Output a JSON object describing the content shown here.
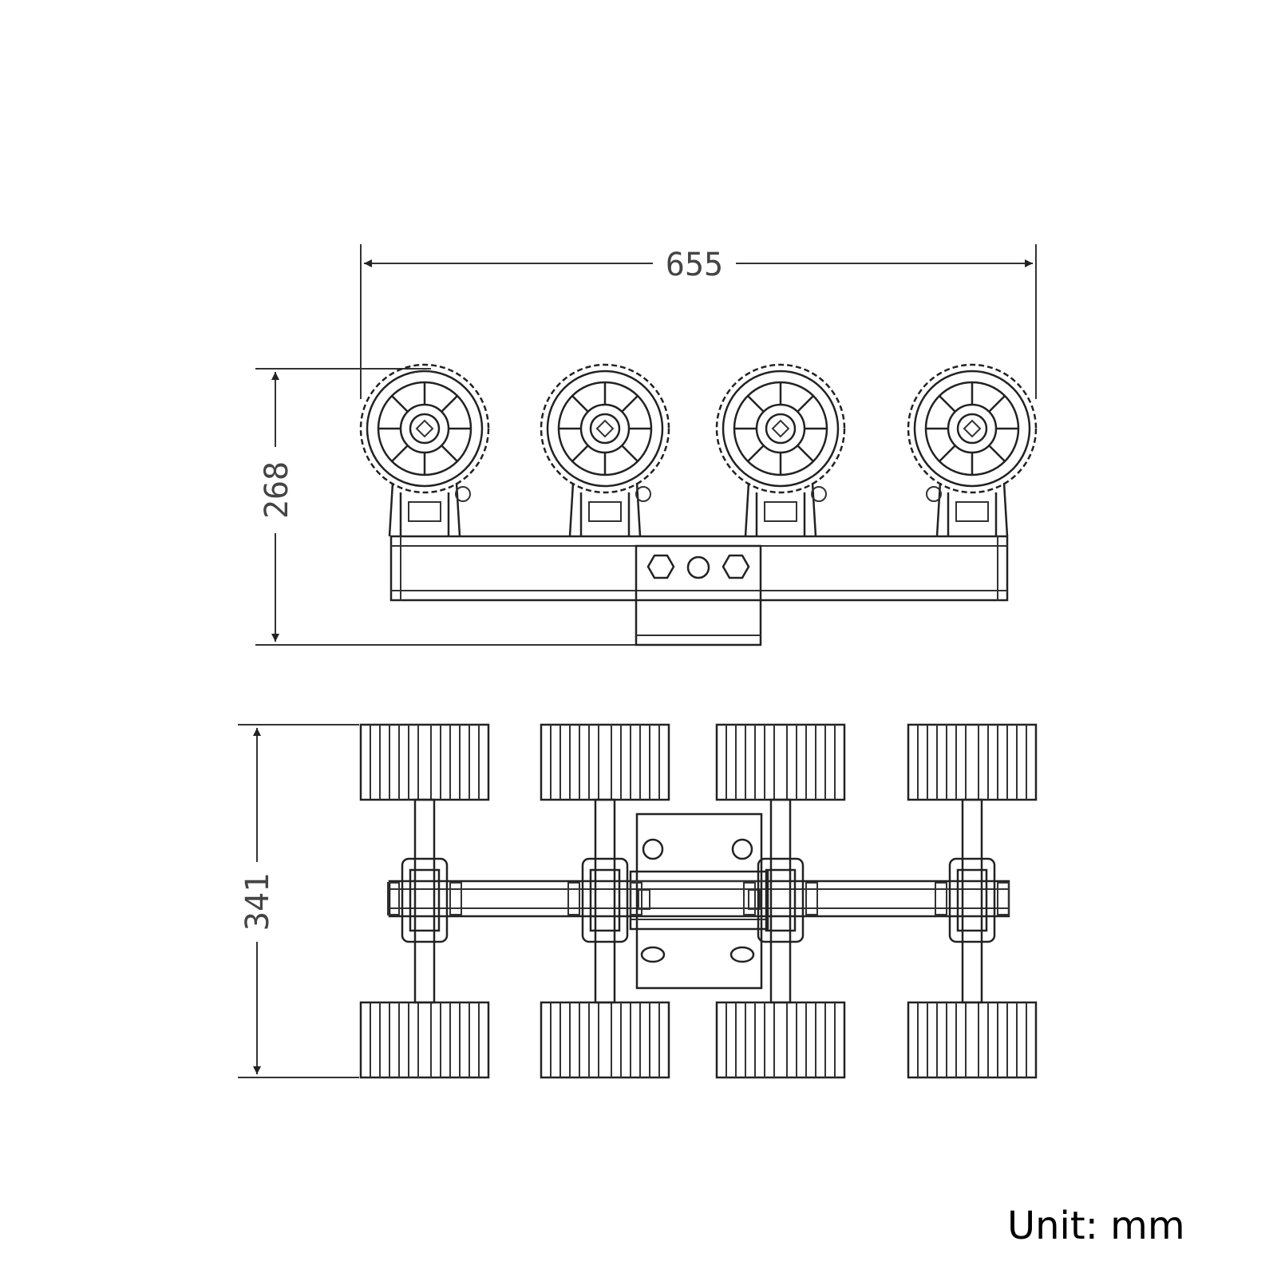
{
  "dimensions": {
    "width": "655",
    "height_side": "268",
    "height_top": "341"
  },
  "unit_label": "Unit: mm",
  "colors": {
    "line": "#222222",
    "text": "#444444",
    "background": "#ffffff"
  }
}
